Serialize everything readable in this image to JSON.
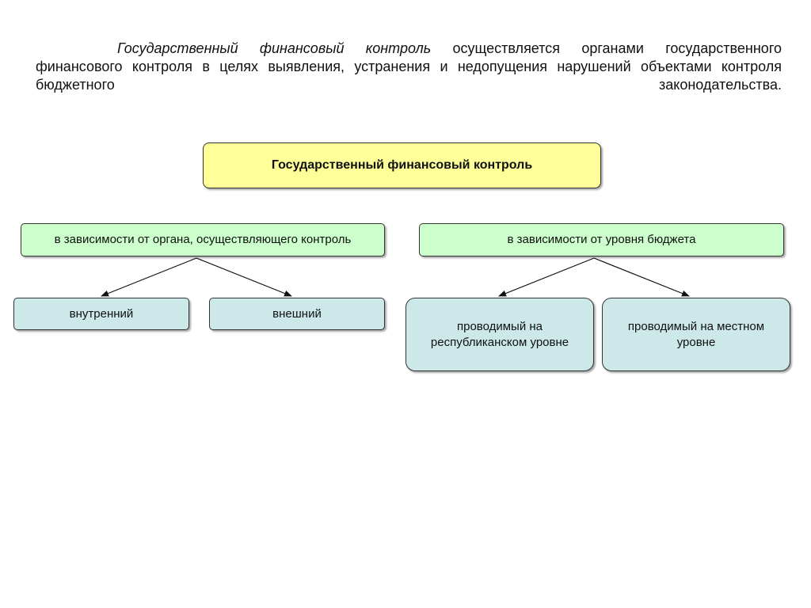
{
  "intro": {
    "term": "Государственный финансовый контроль",
    "rest": " осуществляется органами государственного финансового контроля в целях выявления, устранения и недопущения нарушений объектами контроля бюджетного законодательства."
  },
  "diagram": {
    "root": "Государственный финансовый контроль",
    "criteria": [
      {
        "label": "в зависимости от органа, осуществляющего контроль",
        "types": [
          "внутренний",
          "внешний"
        ]
      },
      {
        "label": "в зависимости от уровня бюджета",
        "types": [
          "проводимый на республиканском уровне",
          "проводимый на местном уровне"
        ]
      }
    ]
  },
  "colors": {
    "root_fill": "#ffff99",
    "criterion_fill": "#ccffcc",
    "type_fill": "#cce8e8"
  }
}
